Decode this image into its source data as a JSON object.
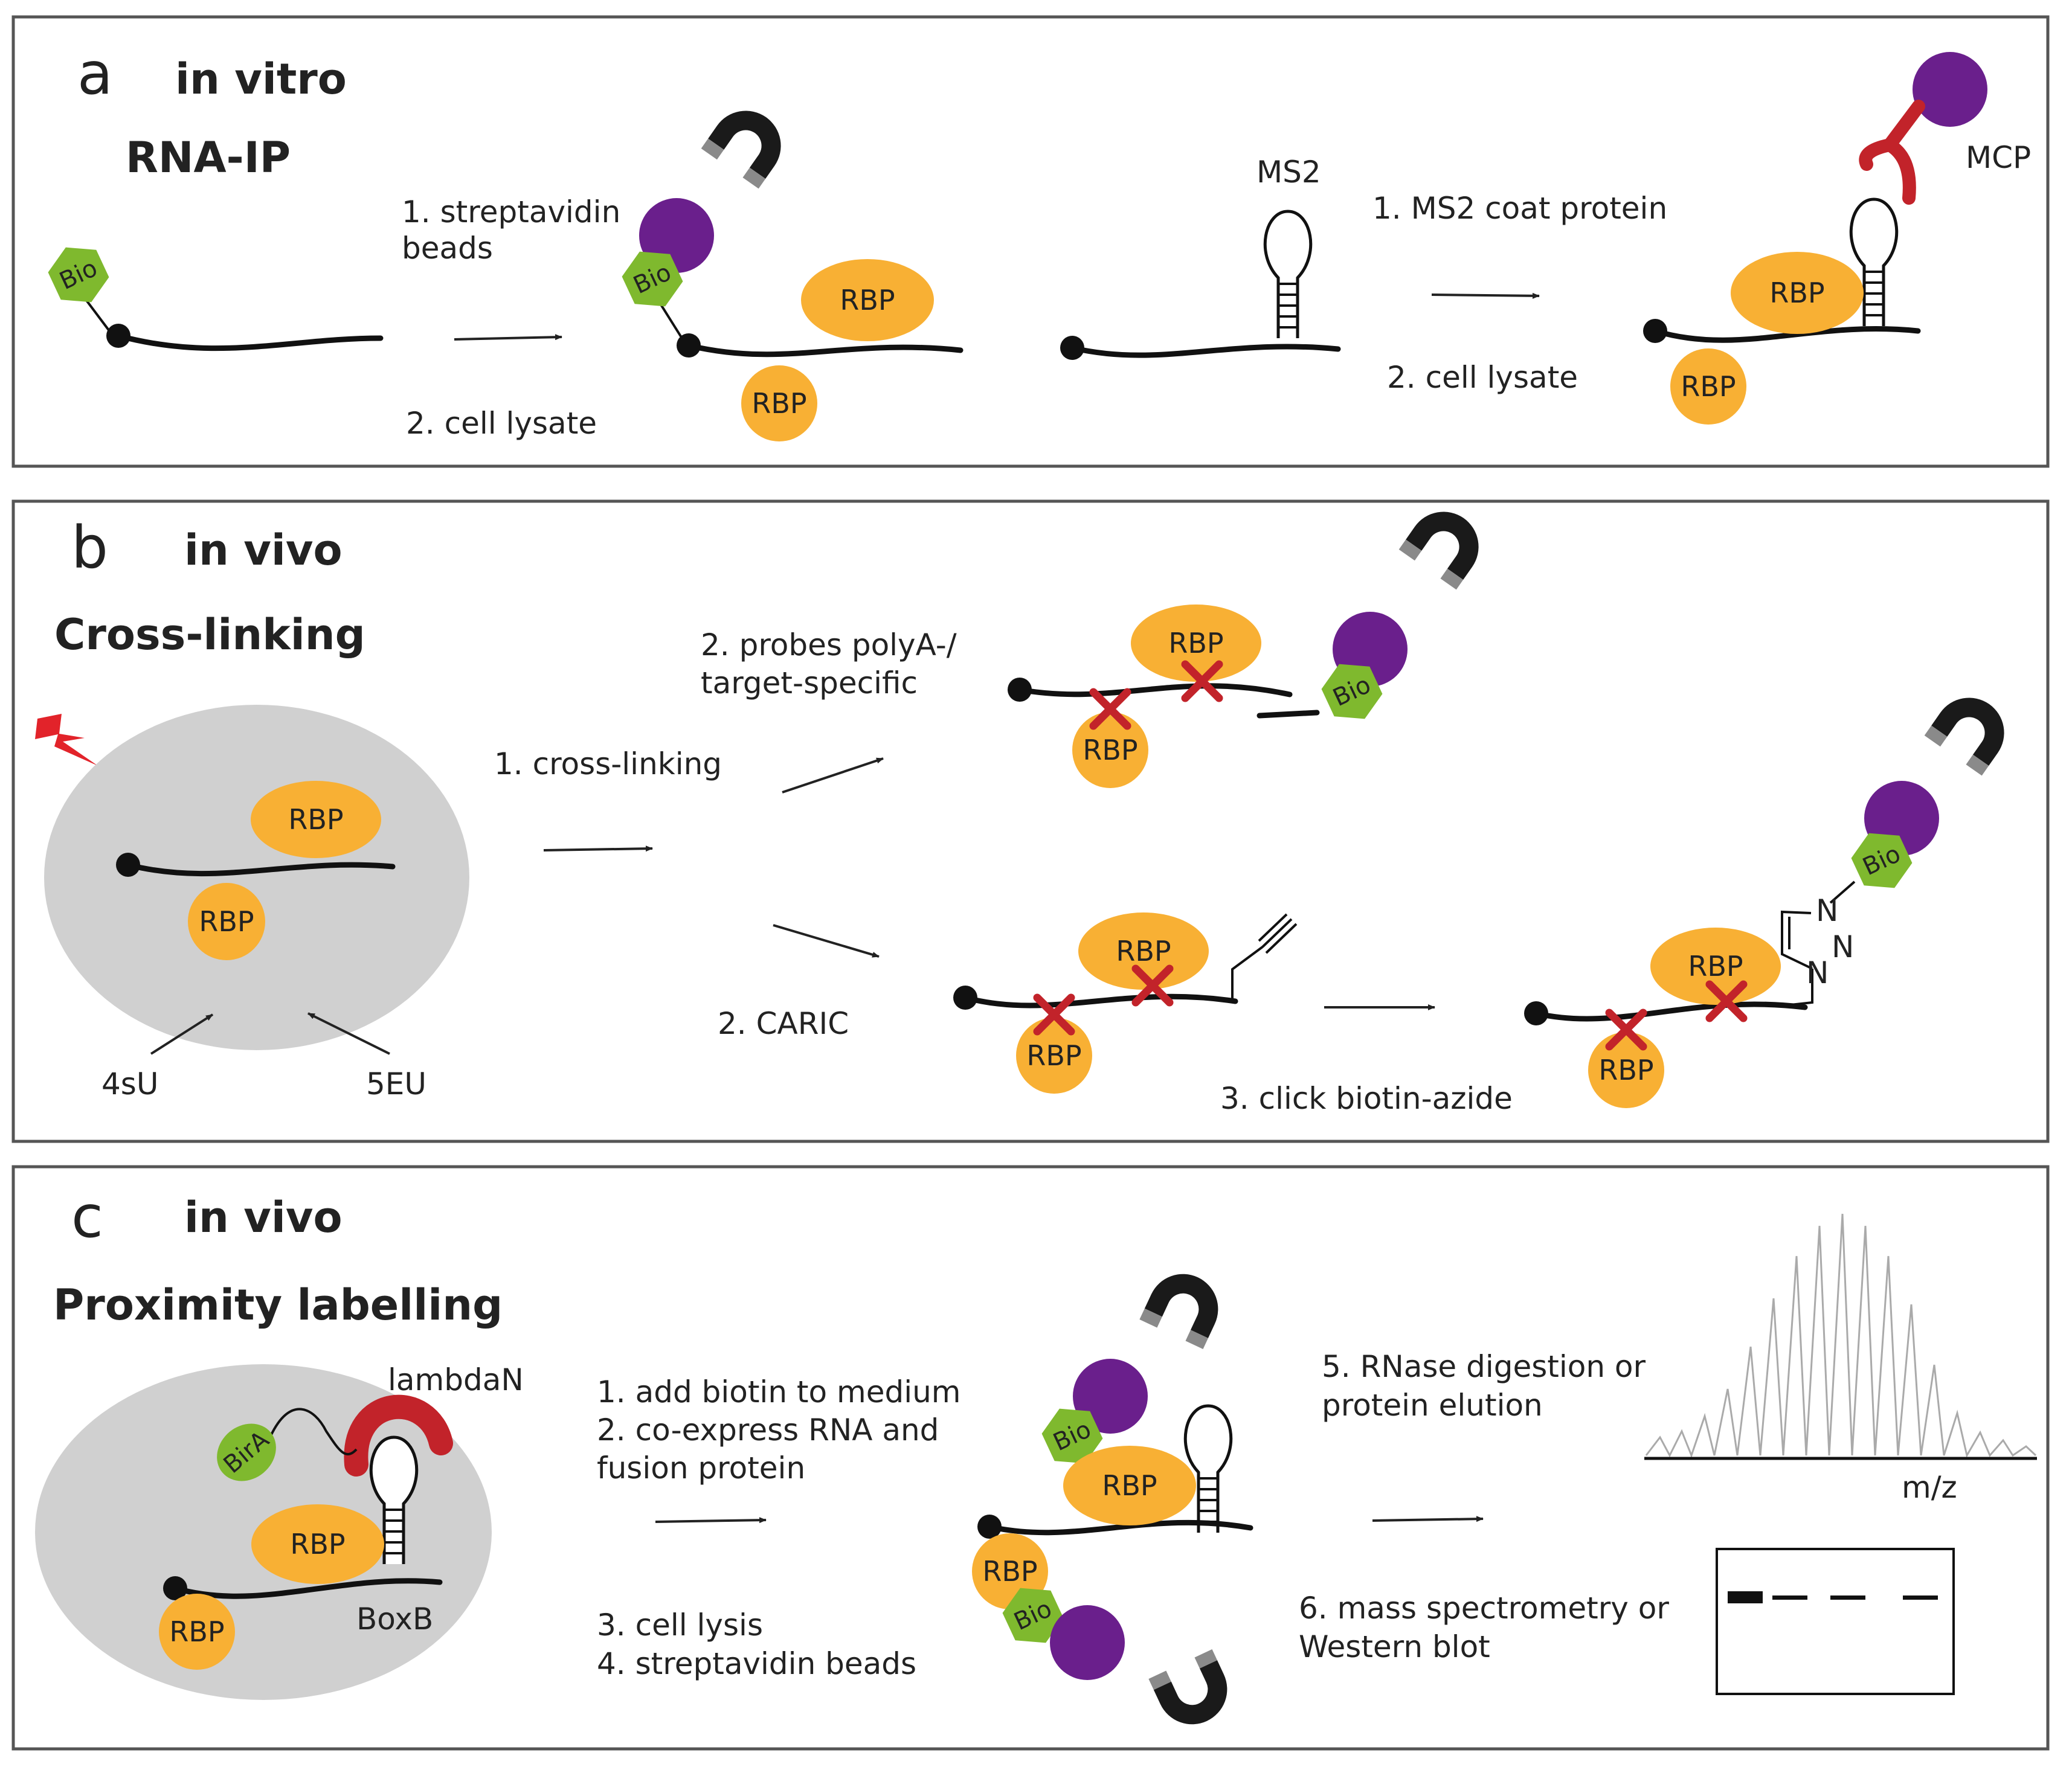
{
  "panels": {
    "a": {
      "letter": "a",
      "context": "in vitro",
      "method": "RNA-IP",
      "step1": "1. streptavidin",
      "step1b": "beads",
      "step2": "2. cell lysate",
      "ms2": "MS2",
      "ms2_step1": "1. MS2 coat protein",
      "ms2_step2": "2. cell lysate",
      "mcp": "MCP"
    },
    "b": {
      "letter": "b",
      "context": "in vivo",
      "method": "Cross-linking",
      "step1": "1. cross-linking",
      "probes_1": "2. probes polyA-/",
      "probes_2": "target-specific",
      "caric": "2. CARIC",
      "click": "3. click biotin-azide",
      "s4u": "4sU",
      "eu5": "5EU",
      "n1": "N",
      "n2": "N",
      "n3": "N"
    },
    "c": {
      "letter": "c",
      "context": "in vivo",
      "method": "Proximity labelling",
      "lambdan": "lambdaN",
      "bira": "BirA",
      "boxb": "BoxB",
      "step1": "1. add biotin to medium",
      "step2a": "2. co-express RNA and",
      "step2b": "fusion protein",
      "step3": "3. cell lysis",
      "step4": "4. streptavidin beads",
      "step5a": "5. RNase digestion or",
      "step5b": "protein elution",
      "step6a": "6. mass spectrometry or",
      "step6b": "Western blot",
      "mz": "m/z"
    }
  },
  "labels": {
    "rbp": "RBP",
    "bio": "Bio"
  },
  "colors": {
    "rbp": "#f8b034",
    "bead": "#6a1f8c",
    "bio": "#7fb92e",
    "crosslink": "#c2232a",
    "mcp": "#c2232a",
    "lambdan": "#c2232a",
    "cell": "#d0d0d0"
  }
}
